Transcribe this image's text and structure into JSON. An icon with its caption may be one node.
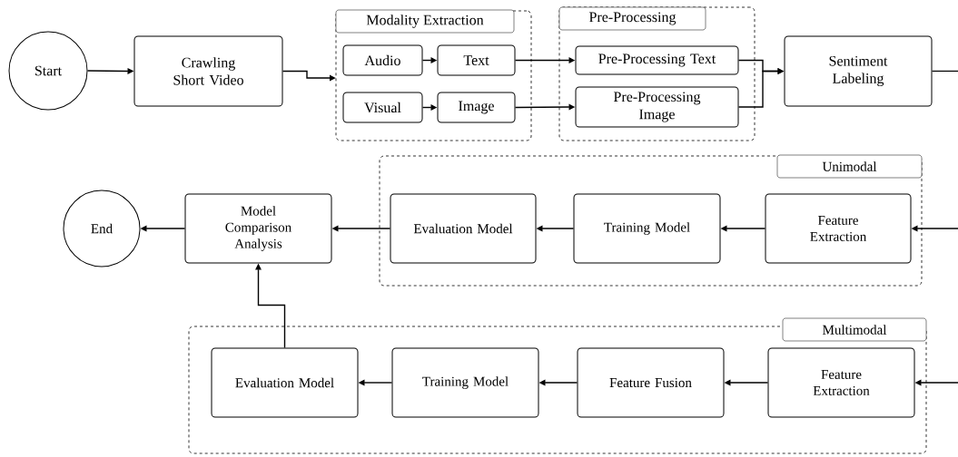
{
  "diagram": {
    "nodes": [
      {
        "text": [
          "Start"
        ]
      },
      {
        "text": [
          "Crawling Short Video"
        ]
      },
      {
        "text": [
          "Modality Extraction"
        ]
      },
      {
        "text": [
          "Audio"
        ],
        "in": 2
      },
      {
        "text": [
          "Text"
        ],
        "in": 2
      },
      {
        "text": [
          "Visual"
        ],
        "in": 2
      },
      {
        "text": [
          "Image"
        ],
        "in": 2
      },
      {
        "text": [
          "Pre-Processing"
        ]
      },
      {
        "text": [
          "Pre-Processing Text"
        ],
        "in": 7
      },
      {
        "text": [
          "Pre-Processing Image"
        ],
        "in": 7
      },
      {
        "text": [
          "Sentiment Labeling"
        ]
      },
      {
        "text": [
          "End"
        ]
      },
      {
        "text": [
          "Model Comparison Analysis"
        ]
      },
      {
        "text": [
          "Unimodal"
        ]
      },
      {
        "text": [
          "Evaluation Model"
        ],
        "in": 13
      },
      {
        "text": [
          "Training Model"
        ],
        "in": 13
      },
      {
        "text": [
          "Feature Extraction"
        ],
        "in": 13
      },
      {
        "text": [
          "Multimodal"
        ]
      },
      {
        "text": [
          "Evaluation Model"
        ],
        "in": 17
      },
      {
        "text": [
          "Training Model"
        ],
        "in": 17
      },
      {
        "text": [
          "Feature Fusion"
        ],
        "in": 17
      },
      {
        "text": [
          "Feature Extraction"
        ],
        "in": 17
      }
    ],
    "edges": [
      {
        "from": 0,
        "to": 1,
        "arrow": "to"
      },
      {
        "from": 1,
        "to": 2,
        "arrow": "to"
      },
      {
        "from": 3,
        "to": 4,
        "arrow": "to"
      },
      {
        "from": 5,
        "to": 6,
        "arrow": "to"
      },
      {
        "from": 4,
        "to": 8,
        "arrow": "to"
      },
      {
        "from": 6,
        "to": 9,
        "arrow": "to"
      },
      {
        "from": 8,
        "to": 10,
        "arrow": "to"
      },
      {
        "from": 9,
        "to": 10,
        "arrow": "to"
      },
      {
        "from": 10,
        "to": null,
        "arrow": "none"
      },
      {
        "from": null,
        "to": 16,
        "arrow": "to"
      },
      {
        "from": 16,
        "to": 15,
        "arrow": "to"
      },
      {
        "from": 15,
        "to": 14,
        "arrow": "to"
      },
      {
        "from": 14,
        "to": 12,
        "arrow": "to"
      },
      {
        "from": 12,
        "to": 11,
        "arrow": "to"
      },
      {
        "from": null,
        "to": 21,
        "arrow": "to"
      },
      {
        "from": 21,
        "to": 20,
        "arrow": "to"
      },
      {
        "from": 20,
        "to": 19,
        "arrow": "to"
      },
      {
        "from": 19,
        "to": 18,
        "arrow": "to"
      },
      {
        "from": 18,
        "to": 12,
        "arrow": "to"
      }
    ]
  }
}
